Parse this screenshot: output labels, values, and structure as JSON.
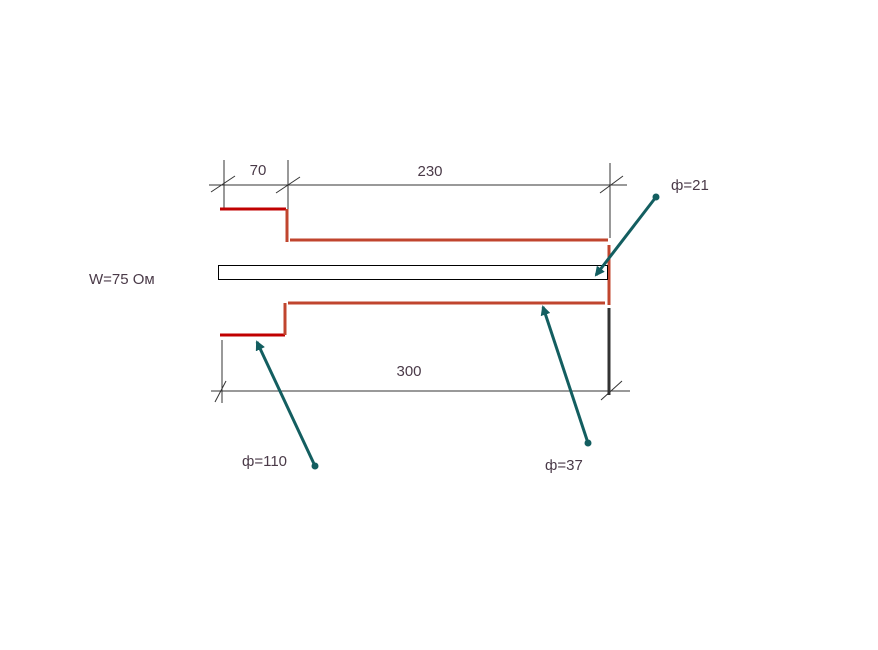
{
  "dimensions": {
    "left_step": "70",
    "top_span": "230",
    "bottom_span": "300"
  },
  "labels": {
    "impedance": "W=75 Ом",
    "d21": "ф=21",
    "d37": "ф=37",
    "d110": "ф=110"
  },
  "colors": {
    "outer_step": "#c00000",
    "conductor": "#c0452e",
    "leader": "#135e60",
    "dim_line": "#333333",
    "text": "#4a3a48"
  }
}
